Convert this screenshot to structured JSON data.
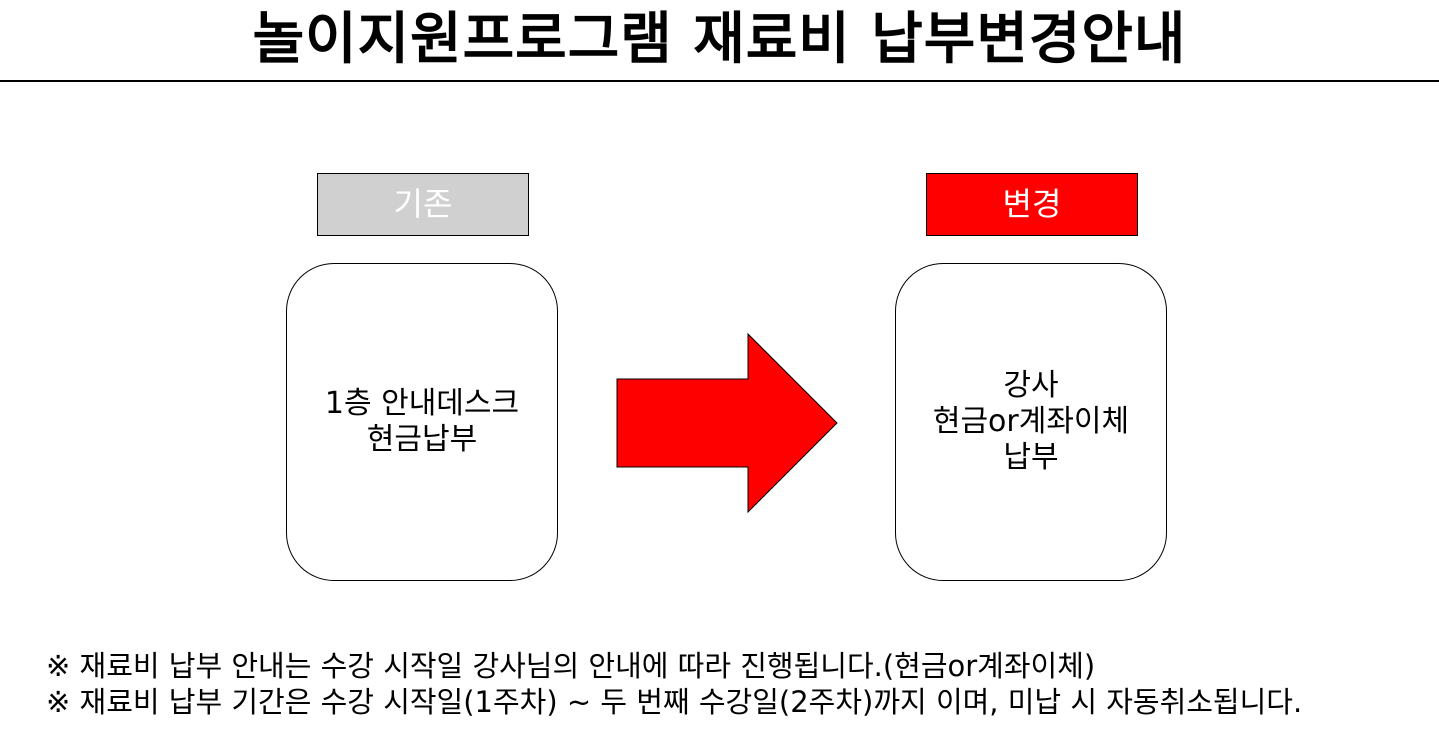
{
  "title": "놀이지원프로그램 재료비 납부변경안내",
  "before": {
    "label": "기존",
    "lines": [
      "1층 안내데스크",
      "현금납부"
    ]
  },
  "after": {
    "label": "변경",
    "lines": [
      "강사",
      "현금or계좌이체",
      "납부"
    ]
  },
  "arrow_icon": "arrow-right-icon",
  "notes": [
    "※ 재료비 납부 안내는 수강 시작일 강사님의 안내에 따라 진행됩니다.(현금or계좌이체)",
    "※ 재료비 납부 기간은 수강 시작일(1주차) ~ 두 번째 수강일(2주차)까지 이며, 미납 시 자동취소됩니다."
  ],
  "colors": {
    "before_label_bg": "#d0d0d0",
    "after_label_bg": "#ff0000",
    "arrow": "#ff0000"
  }
}
